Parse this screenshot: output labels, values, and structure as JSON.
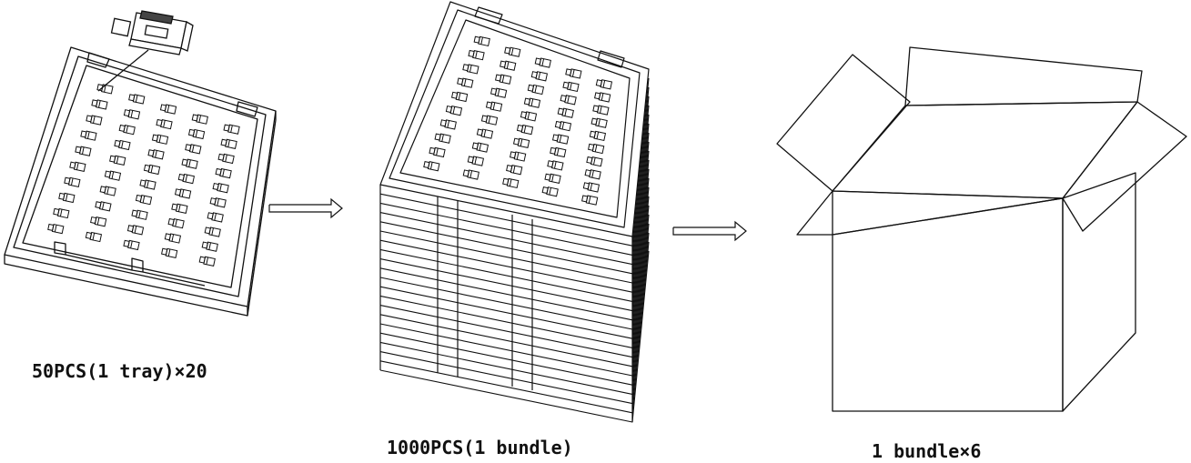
{
  "steps": [
    {
      "caption": "50PCS(1 tray)×20"
    },
    {
      "caption": "1000PCS(1 bundle)"
    },
    {
      "caption": "1 bundle×6"
    }
  ],
  "colors": {
    "stroke": "#111111",
    "background": "#ffffff"
  }
}
